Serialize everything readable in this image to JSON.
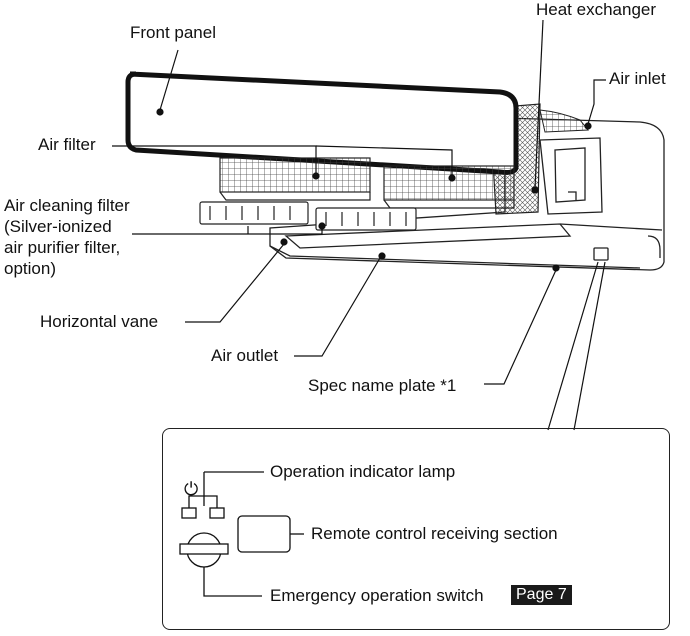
{
  "labels": {
    "heat_exchanger": "Heat exchanger",
    "front_panel": "Front panel",
    "air_inlet": "Air inlet",
    "air_filter": "Air filter",
    "air_cleaning_filter": [
      "Air cleaning filter",
      "(Silver-ionized",
      "air purifier filter,",
      "option)"
    ],
    "horizontal_vane": "Horizontal vane",
    "air_outlet": "Air outlet",
    "spec_name_plate": "Spec name plate *1"
  },
  "detail": {
    "operation_indicator_lamp": "Operation indicator lamp",
    "remote_control_receiving_section": "Remote control receiving section",
    "emergency_operation_switch": "Emergency operation switch",
    "page_reference": "Page 7",
    "power_symbol": "⏻"
  }
}
